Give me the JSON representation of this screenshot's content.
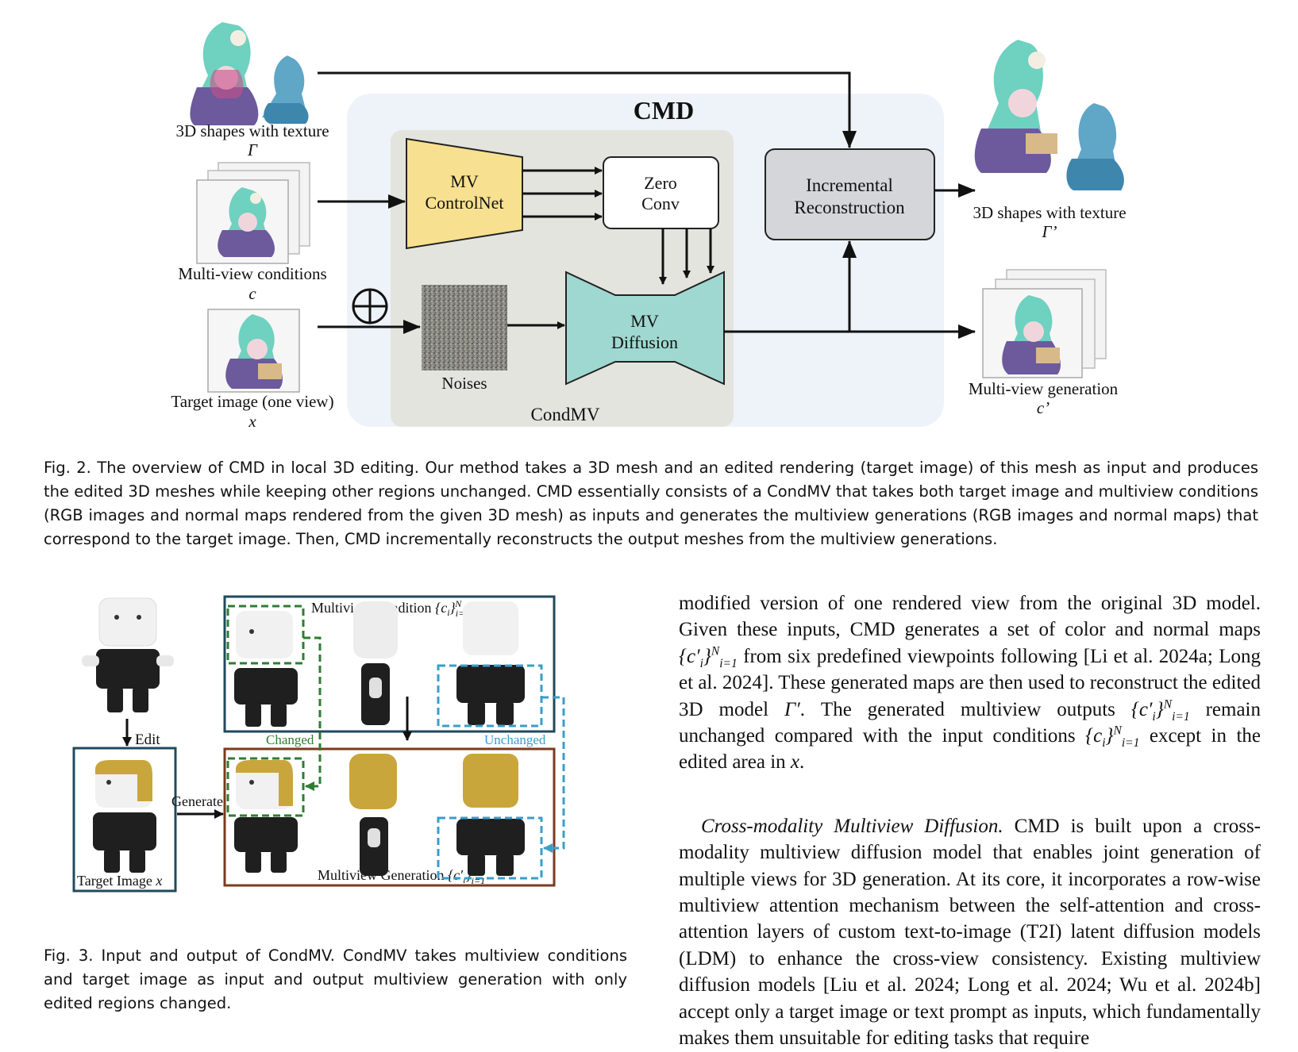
{
  "fig2": {
    "title": "CMD",
    "condmv_label": "CondMV",
    "inputs": {
      "shapes_label": "3D shapes with texture",
      "shapes_symbol": "Γ",
      "conditions_label": "Multi-view conditions",
      "conditions_symbol": "c",
      "target_label": "Target image (one view)",
      "target_symbol": "x"
    },
    "blocks": {
      "controlnet_l1": "MV",
      "controlnet_l2": "ControlNet",
      "zeroconv_l1": "Zero",
      "zeroconv_l2": "Conv",
      "diffusion_l1": "MV",
      "diffusion_l2": "Diffusion",
      "noises": "Noises",
      "incremental_l1": "Incremental",
      "incremental_l2": "Reconstruction"
    },
    "outputs": {
      "shapes_label": "3D shapes with texture",
      "shapes_symbol": "Γ’",
      "generation_label": "Multi-view generation",
      "generation_symbol": "c’"
    },
    "caption": "Fig. 2.  The overview of CMD in local 3D editing. Our method takes a 3D mesh and an edited rendering (target image) of this mesh as input and produces the edited 3D meshes while keeping other regions unchanged. CMD essentially consists of a CondMV that takes both target image and multiview conditions (RGB images and normal maps rendered from the given 3D mesh) as inputs and generates the multiview generations (RGB images and normal maps) that correspond to the target image. Then, CMD incrementally reconstructs the output meshes from the multiview generations."
  },
  "fig3": {
    "edit_label": "Edit",
    "generate_label": "Generate",
    "target_label": "Target Image",
    "target_symbol": "x",
    "condition_label": "Multiview Condition",
    "generation_label": "Multiview Generation",
    "changed_label": "Changed",
    "unchanged_label": "Unchanged",
    "caption": "Fig. 3.  Input and output of CondMV. CondMV takes multiview conditions and target image as input and output multiview generation with only edited regions changed."
  },
  "body": {
    "p1_a": "modified version of one rendered view from the original 3D model. Given these inputs, CMD generates a set of color and normal maps ",
    "p1_b": " from six predefined viewpoints following [Li et al. 2024a; Long et al. 2024]. These generated maps are then used to reconstruct the edited 3D model ",
    "p1_c": ". The generated multiview outputs ",
    "p1_d": " remain unchanged compared with the input conditions ",
    "p1_e": " except in the edited area in ",
    "p1_f": ".",
    "p2_runin": "Cross-modality Multiview Diffusion.",
    "p2_text": " CMD is built upon a cross-modality multiview diffusion model that enables joint generation of multiple views for 3D generation. At its core, it incorporates a row-wise multiview attention mechanism between the self-attention and cross-attention layers of custom text-to-image (T2I) latent diffusion models (LDM) to enhance the cross-view consistency. Existing multiview diffusion models [Liu et al. 2024; Long et al. 2024; Wu et al. 2024b] accept only a target image or text prompt as inputs, which fundamentally makes them unsuitable for editing tasks that require"
  },
  "colors": {
    "cmd_bg": "#eef3f9",
    "condmv_bg": "#e4e4df",
    "controlnet": "#f7e08f",
    "diffusion": "#9fd8d0",
    "incremental": "#d5d6d9",
    "condition_border": "#1f4a5c",
    "generation_border": "#7a3b1f",
    "changed": "#2e7d32",
    "unchanged": "#3a9ec9",
    "hood": "#6fd1bf",
    "cape": "#6c5a9c",
    "hair": "#c9a63b"
  },
  "icons": [
    "circled-plus-icon"
  ]
}
